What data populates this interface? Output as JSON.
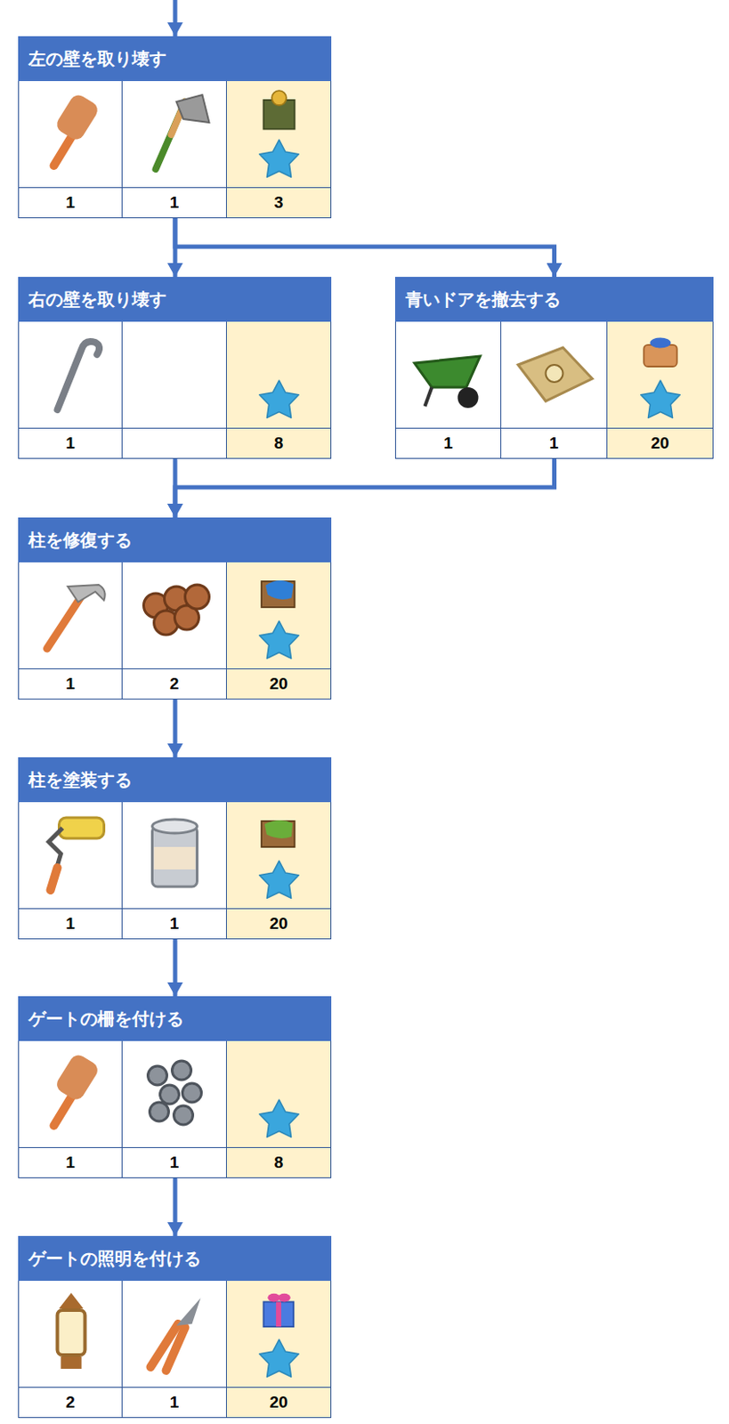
{
  "diagram": {
    "nodes": [
      {
        "text": [
          "左の壁を取り壊す",
          "1",
          "1",
          "3"
        ]
      },
      {
        "text": [
          "右の壁を取り壊す",
          "1",
          "8"
        ]
      },
      {
        "text": [
          "青いドアを撤去する",
          "1",
          "1",
          "20"
        ]
      },
      {
        "text": [
          "柱を修復する",
          "1",
          "2",
          "20"
        ]
      },
      {
        "text": [
          "柱を塗装する",
          "1",
          "1",
          "20"
        ]
      },
      {
        "text": [
          "ゲートの柵を付ける",
          "1",
          "1",
          "8"
        ]
      },
      {
        "text": [
          "ゲートの照明を付ける",
          "2",
          "1",
          "20"
        ]
      }
    ],
    "edges": [
      {
        "from": 0,
        "to": 1,
        "arrow": "to"
      },
      {
        "from": 0,
        "to": 2,
        "arrow": "to"
      },
      {
        "from": 1,
        "to": 3,
        "arrow": "to"
      },
      {
        "from": 2,
        "to": 3,
        "arrow": "to"
      },
      {
        "from": 3,
        "to": 4,
        "arrow": "to"
      },
      {
        "from": 4,
        "to": 5,
        "arrow": "to"
      },
      {
        "from": 5,
        "to": 6,
        "arrow": "to"
      }
    ]
  }
}
